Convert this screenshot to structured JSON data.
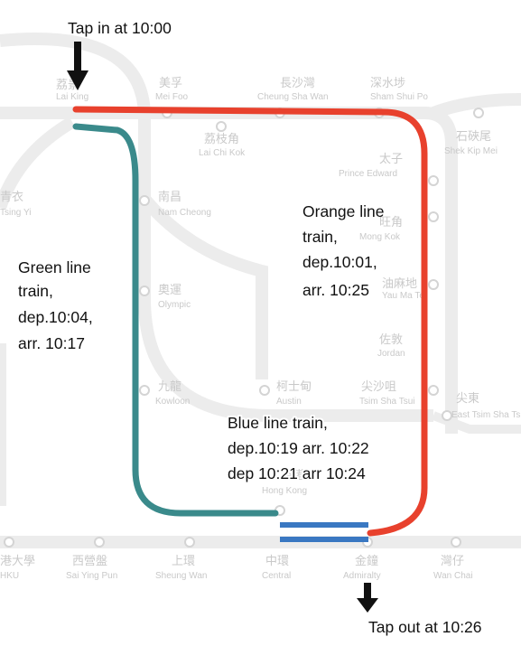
{
  "annotations": {
    "tap_in": "Tap in at 10:00",
    "tap_out": "Tap out at 10:26",
    "green": [
      "Green line",
      "train,",
      "dep.10:04,",
      "arr. 10:17"
    ],
    "orange": [
      "Orange line",
      "train,",
      "dep.10:01,",
      "arr. 10:25"
    ],
    "blue": [
      "Blue line train,",
      "dep.10:19 arr. 10:22",
      "dep 10:21 arr 10:24"
    ]
  },
  "stations": {
    "lai_king": {
      "zh": "荔景",
      "en": "Lai King"
    },
    "mei_foo": {
      "zh": "美孚",
      "en": "Mei Foo"
    },
    "cheung_sha_wan": {
      "zh": "長沙灣",
      "en": "Cheung Sha Wan"
    },
    "sham_shui_po": {
      "zh": "深水埗",
      "en": "Sham Shui Po"
    },
    "lai_chi_kok": {
      "zh": "荔枝角",
      "en": "Lai Chi Kok"
    },
    "shek_kip_mei": {
      "zh": "石硤尾",
      "en": "Shek Kip Mei"
    },
    "prince_edward": {
      "zh": "太子",
      "en": "Prince Edward"
    },
    "nam_cheong": {
      "zh": "南昌",
      "en": "Nam Cheong"
    },
    "mong_kok": {
      "zh": "旺角",
      "en": "Mong Kok"
    },
    "yau_ma_tei": {
      "zh": "油麻地",
      "en": "Yau Ma Tei"
    },
    "olympic": {
      "zh": "奧運",
      "en": "Olympic"
    },
    "jordan": {
      "zh": "佐敦",
      "en": "Jordan"
    },
    "kowloon": {
      "zh": "九龍",
      "en": "Kowloon"
    },
    "austin": {
      "zh": "柯士甸",
      "en": "Austin"
    },
    "tsim_sha_tsui": {
      "zh": "尖沙咀",
      "en": "Tsim Sha Tsui"
    },
    "east_tsim_sha_tsui": {
      "zh": "尖東",
      "en": "East Tsim Sha Tsui"
    },
    "hong_kong": {
      "zh": "香港",
      "en": "Hong Kong"
    },
    "hku": {
      "zh": "港大學",
      "en": "HKU"
    },
    "sai_ying_pun": {
      "zh": "西營盤",
      "en": "Sai Ying Pun"
    },
    "sheung_wan": {
      "zh": "上環",
      "en": "Sheung Wan"
    },
    "central": {
      "zh": "中環",
      "en": "Central"
    },
    "admiralty": {
      "zh": "金鐘",
      "en": "Admiralty"
    },
    "wan_chai": {
      "zh": "灣仔",
      "en": "Wan Chai"
    },
    "tsing_yi": {
      "zh": "青衣",
      "en": "Tsing Yi"
    }
  },
  "colors": {
    "green_line": "#3a8a8b",
    "orange_line": "#e8412d",
    "blue_line": "#3a78c2",
    "background_map": "#e6e6e6",
    "arrow": "#111111"
  }
}
